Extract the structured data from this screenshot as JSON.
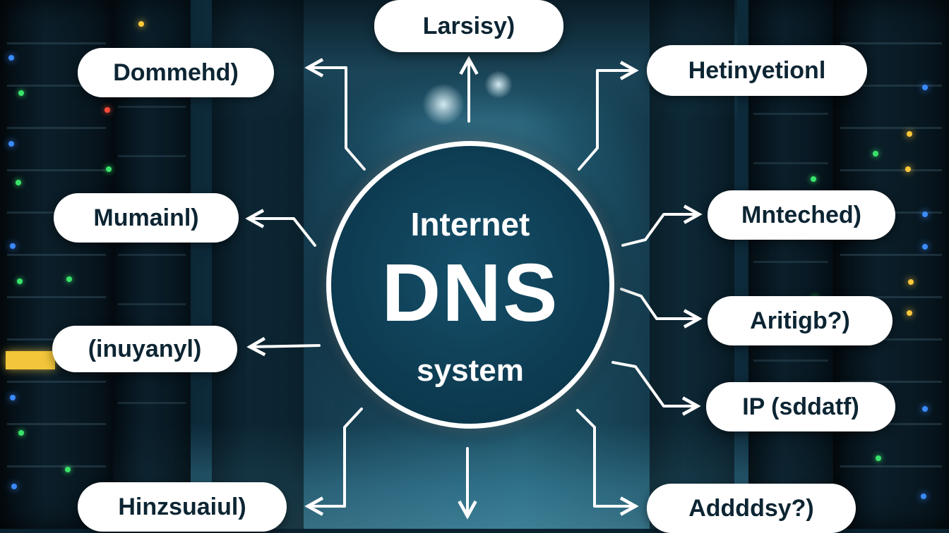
{
  "hub": {
    "line1": "Internet",
    "line2": "DNS",
    "line3": "system"
  },
  "nodes": [
    {
      "label": "Larsisy)"
    },
    {
      "label": "Dommehd)"
    },
    {
      "label": "Hetinyetionl"
    },
    {
      "label": "Mumainl)"
    },
    {
      "label": "Mnteched)"
    },
    {
      "label": "(inuyanyl)"
    },
    {
      "label": "Aritigb?)"
    },
    {
      "label": "IP (sddatf)"
    },
    {
      "label": "Hinzsuaiul)"
    },
    {
      "label": "Addddsy?)"
    }
  ],
  "colors": {
    "hub_fill": "#0d3c52",
    "node_fill": "#ffffff",
    "node_text": "#0d2533",
    "connector": "#ffffff"
  }
}
